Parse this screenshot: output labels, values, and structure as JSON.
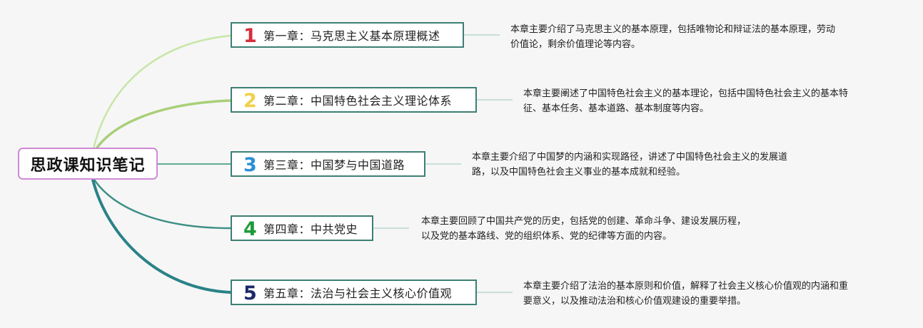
{
  "root": {
    "title": "思政课知识笔记"
  },
  "chapters": [
    {
      "number": "1",
      "number_color": "#d62d3a",
      "title": "第一章：马克思主义基本原理概述",
      "desc_lines": [
        "本章主要介绍了马克思主义的基本原理，包括唯物论和辩证法的基本原理，劳动",
        "价值论，剩余价值理论等内容。"
      ]
    },
    {
      "number": "2",
      "number_color": "#f2cf4c",
      "title": "第二章：中国特色社会主义理论体系",
      "desc_lines": [
        "本章主要阐述了中国特色社会主义的基本理论，包括中国特色社会主义的基本特",
        "征、基本任务、基本道路、基本制度等内容。"
      ]
    },
    {
      "number": "3",
      "number_color": "#2c8fd6",
      "title": "第三章：中国梦与中国道路",
      "desc_lines": [
        "本章主要介绍了中国梦的内涵和实现路径，讲述了中国特色社会主义的发展道",
        "路，以及中国特色社会主义事业的基本成就和经验。"
      ]
    },
    {
      "number": "4",
      "number_color": "#1e9a3c",
      "title": "第四章：中共党史",
      "desc_lines": [
        "本章主要回顾了中国共产党的历史，包括党的创建、革命斗争、建设发展历程，",
        "以及党的基本路线、党的组织体系、党的纪律等方面的内容。"
      ]
    },
    {
      "number": "5",
      "number_color": "#1b2a6b",
      "title": "第五章：法治与社会主义核心价值观",
      "desc_lines": [
        "本章主要介绍了法治的基本原则和价值，解释了社会主义核心价值观的内涵和重",
        "要意义，以及推动法治和核心价值观建设的重要举措。"
      ]
    }
  ],
  "colors": {
    "root_border": "#cf8ad6",
    "chapter_border": "#3d7f74",
    "branch_1": "#c8e6a6",
    "branch_2": "#a9cf78",
    "branch_3": "#5fab92",
    "branch_4": "#3d8f86",
    "branch_5": "#2a8288",
    "desc_connector": "#b9d6d0"
  }
}
